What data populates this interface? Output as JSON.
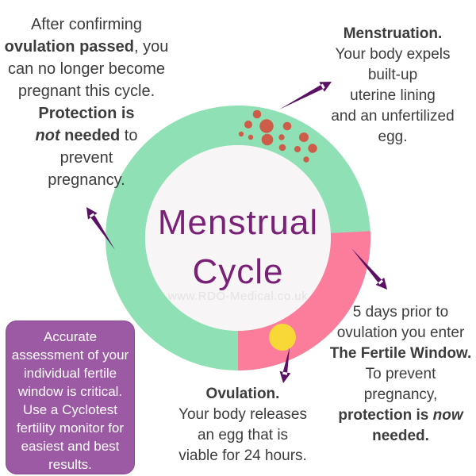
{
  "title": {
    "line1": "Menstrual",
    "line2": "Cycle"
  },
  "watermark": "www.RDO-Medical.co.uk",
  "colors": {
    "ring_green": "#8FE0B4",
    "ring_pink": "#FB7D9B",
    "dot_red": "#CD5C49",
    "ovum_yellow": "#F7D837",
    "arrow_purple": "#5A1163",
    "title_purple": "#7A2076",
    "box_purple": "#9C59A4",
    "box_border": "#8A4793",
    "text_dark": "#3C3C3C",
    "box_text": "#FFFFFF",
    "inner_circle": "#F7F5F6",
    "watermark_grey": "#E5E2E2"
  },
  "blocks": {
    "after_ovulation": {
      "l1": "After confirming",
      "l2_bold": "ovulation passed",
      "l2_rest": ", you",
      "l3": "can no longer become",
      "l4": "pregnant this cycle.",
      "l5_bold": "Protection is",
      "l6_bolditalic": "not",
      "l6_bold": " needed",
      "l6_rest": " to",
      "l7": "prevent",
      "l8": "pregnancy."
    },
    "menstruation": {
      "heading": "Menstruation.",
      "l2": "Your body expels",
      "l3": "built-up",
      "l4": "uterine lining",
      "l5": "and an unfertilized",
      "l6": "egg."
    },
    "fertile_window": {
      "l1": "5 days prior to",
      "l2": "ovulation you enter",
      "l3_bold": "The Fertile Window.",
      "l4": "To prevent pregnancy,",
      "l5_bold": "protection is ",
      "l5_bolditalic": "now",
      "l6_bold": "needed."
    },
    "ovulation": {
      "heading": "Ovulation.",
      "l2": "Your body releases",
      "l3": "an egg that is",
      "l4": "viable for 24 hours."
    },
    "cyclotest_box": {
      "text": "Accurate\nassessment of your\nindividual fertile\nwindow is critical.\nUse a Cyclotest\nfertility monitor for\neasiest and best\nresults."
    }
  }
}
